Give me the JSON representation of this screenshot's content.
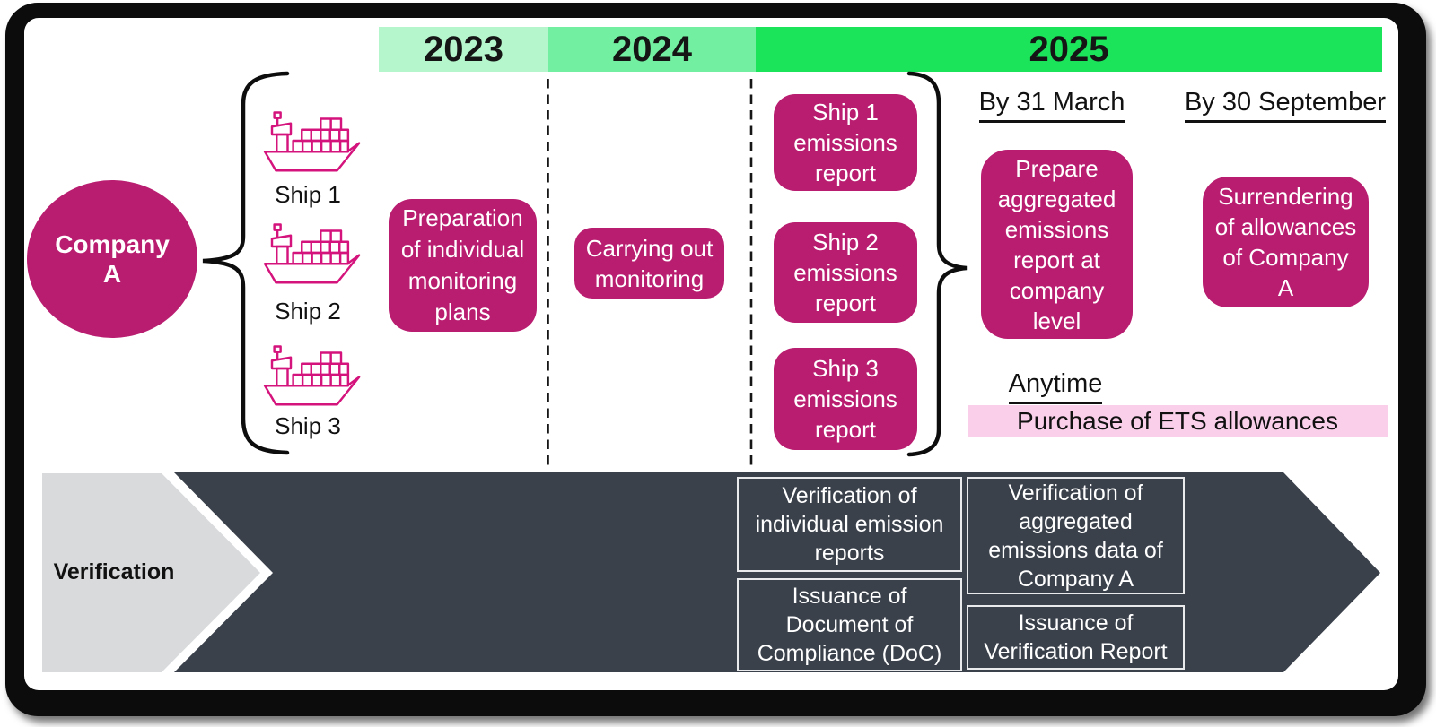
{
  "timeline": [
    {
      "label": "2023",
      "color": "#b5f6cc"
    },
    {
      "label": "2024",
      "color": "#72efa0"
    },
    {
      "label": "2025",
      "color": "#1be45a"
    }
  ],
  "company": {
    "label": [
      "Company",
      "A"
    ],
    "color": "#b91d70"
  },
  "ships": [
    {
      "label": "Ship 1",
      "icon": "ship-icon"
    },
    {
      "label": "Ship 2",
      "icon": "ship-icon"
    },
    {
      "label": "Ship 3",
      "icon": "ship-icon"
    }
  ],
  "actions": {
    "preparation": [
      "Preparation",
      "of individual",
      "monitoring",
      "plans"
    ],
    "carrying": [
      "Carrying out",
      "monitoring"
    ],
    "ship1_report": [
      "Ship 1",
      "emissions",
      "report"
    ],
    "ship2_report": [
      "Ship 2",
      "emissions",
      "report"
    ],
    "ship3_report": [
      "Ship 3",
      "emissions",
      "report"
    ],
    "aggregate": [
      "Prepare",
      "aggregated",
      "emissions",
      "report at",
      "company",
      "level"
    ],
    "surrender": [
      "Surrendering",
      "of allowances",
      "of Company",
      "A"
    ]
  },
  "deadlines": {
    "march": "By 31 March",
    "september": "By 30 September",
    "anytime": "Anytime"
  },
  "purchase": {
    "label": "Purchase of ETS allowances",
    "bg": "#f9cfe9"
  },
  "verification": {
    "label": "Verification",
    "individual": [
      "Verification of",
      "individual emission",
      "reports"
    ],
    "doc": [
      "Issuance of",
      "Document of",
      "Compliance (DoC)"
    ],
    "aggregated": [
      "Verification of",
      "aggregated",
      "emissions data of",
      "Company A"
    ],
    "report": [
      "Issuance of",
      "Verification Report"
    ]
  },
  "colors": {
    "magenta_box": "#b91d70",
    "ship_outline": "#d4137c",
    "dark_band": "#3a414b",
    "light_chevron": "#d8dadc",
    "pink_bar": "#f9cfe9"
  }
}
